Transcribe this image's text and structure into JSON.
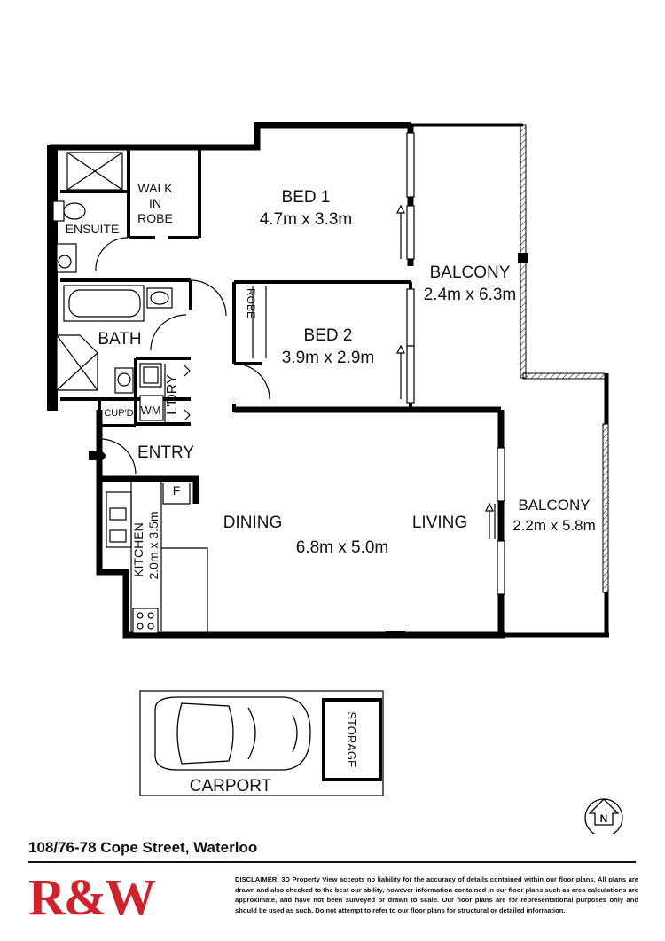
{
  "rooms": {
    "bed1": {
      "name": "BED 1",
      "size": "4.7m x 3.3m"
    },
    "bed2": {
      "name": "BED 2",
      "size": "3.9m x 2.9m"
    },
    "balcony1": {
      "name": "BALCONY",
      "size": "2.4m x 6.3m"
    },
    "balcony2": {
      "name": "BALCONY",
      "size": "2.2m x 5.8m"
    },
    "walk_in_robe": {
      "line1": "WALK",
      "line2": "IN",
      "line3": "ROBE"
    },
    "ensuite": "ENSUITE",
    "bath": "BATH",
    "robe": "ROBE",
    "laundry": "L'DRY",
    "wm": "WM",
    "cupboard": "CUP'D",
    "entry": "ENTRY",
    "kitchen": {
      "name": "KITCHEN",
      "size": "2.0m x 3.5m"
    },
    "fridge": "F",
    "dining": "DINING",
    "living": "LIVING",
    "living_dining_size": "6.8m x 5.0m",
    "carport": "CARPORT",
    "storage": "STORAGE",
    "north": "N"
  },
  "address": "108/76-78 Cope Street, Waterloo",
  "logo": "R&W",
  "logo_color": "#d1222c",
  "disclaimer": "DISCLAIMER: 3D Property View accepts no liability for the accuracy of details contained within our floor plans. All plans are drawn and also checked to the best our ability, however information contained in our floor plans such as area calculations are approximate, and have not been surveyed or drawn to scale. Our floor plans are for representational purposes only and should be used as such. Do not attempt to refer to our floor plans for structural or detailed information."
}
